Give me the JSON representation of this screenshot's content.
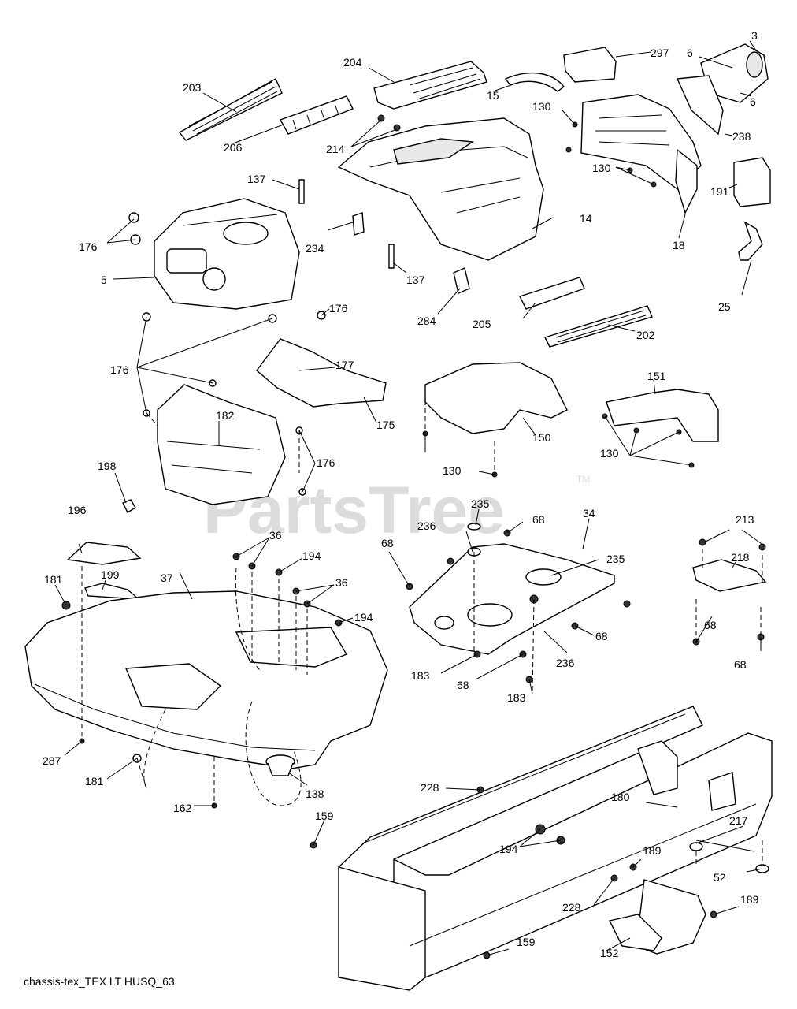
{
  "watermark": {
    "text": "PartsTree",
    "tm": "TM"
  },
  "caption": "chassis-tex_TEX LT HUSQ_63",
  "labels": [
    "3",
    "6",
    "6",
    "297",
    "204",
    "15",
    "203",
    "130",
    "238",
    "206",
    "214",
    "130",
    "137",
    "14",
    "191",
    "176",
    "234",
    "18",
    "5",
    "137",
    "25",
    "176",
    "284",
    "205",
    "202",
    "176",
    "177",
    "151",
    "182",
    "175",
    "150",
    "130",
    "176",
    "130",
    "198",
    "235",
    "68",
    "34",
    "196",
    "236",
    "36",
    "213",
    "68",
    "235",
    "218",
    "37",
    "194",
    "181",
    "199",
    "36",
    "68",
    "194",
    "236",
    "68",
    "68",
    "183",
    "68",
    "183",
    "287",
    "138",
    "180",
    "228",
    "181",
    "162",
    "159",
    "217",
    "194",
    "189",
    "52",
    "228",
    "189",
    "159",
    "152"
  ]
}
